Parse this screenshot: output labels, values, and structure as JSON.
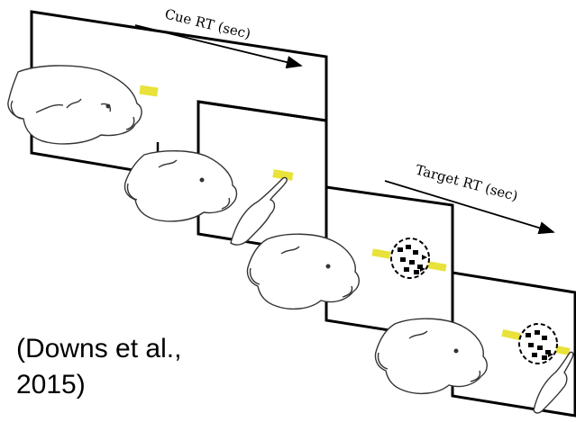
{
  "labels": {
    "cue_rt": "Cue RT (sec)",
    "target_rt": "Target RT (sec)"
  },
  "citation": {
    "line1": "(Downs et al.,",
    "line2": "2015)"
  },
  "colors": {
    "cue": "#e8e23a",
    "frame": "#000000",
    "outline": "#222222"
  },
  "icons": [
    "monkey-head-icon",
    "hand-icon",
    "arrow-icon",
    "random-dot-motion-icon"
  ]
}
